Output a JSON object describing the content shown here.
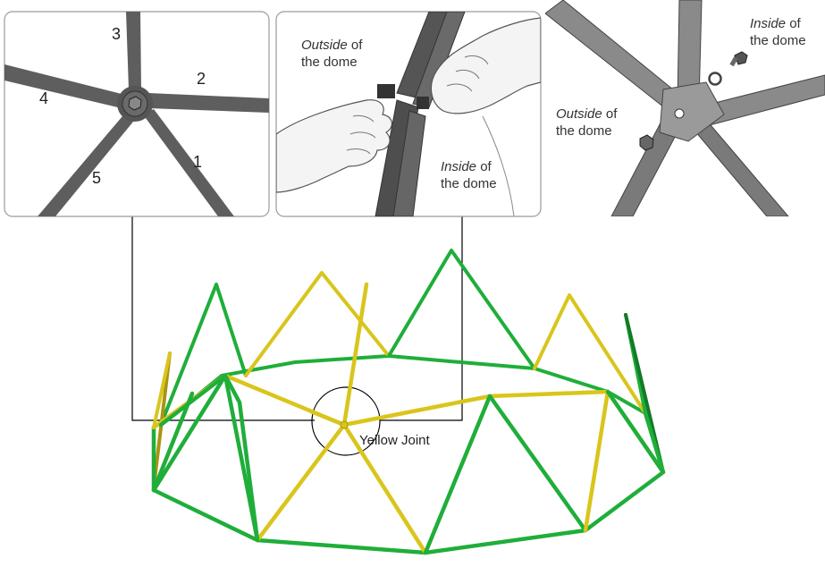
{
  "panel1": {
    "strut_numbers": [
      "1",
      "2",
      "3",
      "4",
      "5"
    ]
  },
  "panel2": {
    "outside_label": {
      "emph": "Outside",
      "rest1": " of",
      "rest2": "the dome"
    },
    "inside_label": {
      "emph": "Inside",
      "rest1": " of",
      "rest2": "the dome"
    }
  },
  "panel3": {
    "outside_label": {
      "emph": "Outside",
      "rest1": " of",
      "rest2": "the dome"
    },
    "inside_label": {
      "emph": "Inside",
      "rest1": " of",
      "rest2": "the dome"
    }
  },
  "dome": {
    "joint_label": "Yellow Joint"
  },
  "colors": {
    "panel_border": "#9a9a9a",
    "strut_gray": "#5e5e5e",
    "strut_gray_light": "#8a8a8a",
    "green": "#1fae3a",
    "green_dark": "#147a28",
    "yellow": "#d9c51c",
    "yellow_dark": "#a89510",
    "leader_line": "#000000"
  }
}
